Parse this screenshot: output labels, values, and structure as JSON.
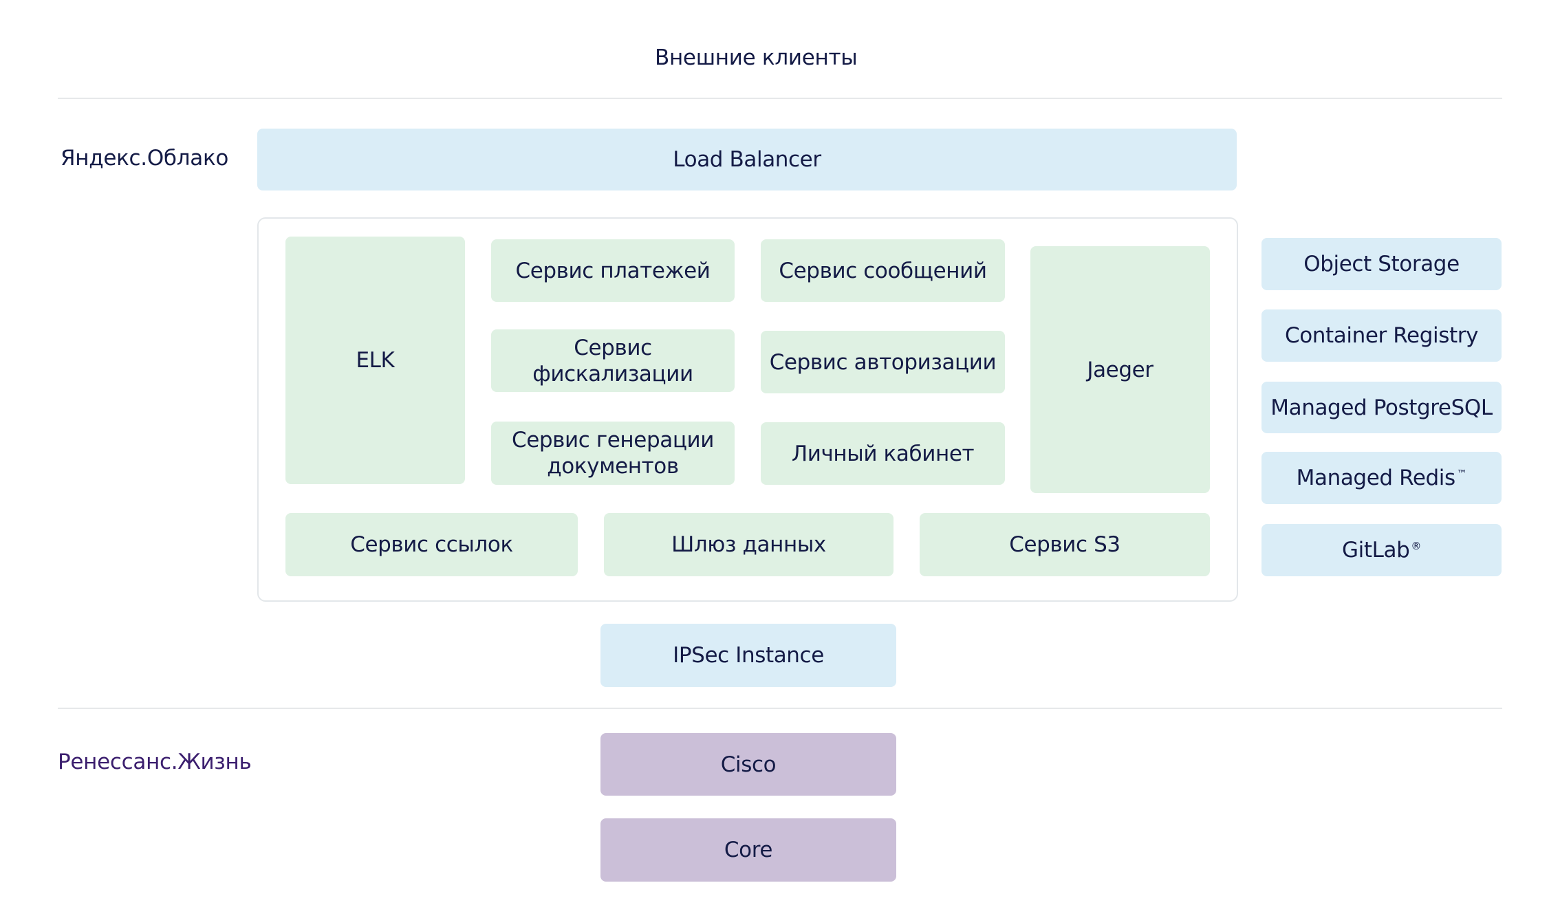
{
  "zones": {
    "external": {
      "label": "Внешние клиенты"
    },
    "yandex": {
      "label": "Яндекс.Облако"
    },
    "renaissance": {
      "label": "Ренессанс.Жизнь",
      "color": "#3b1e6e"
    }
  },
  "nodes": {
    "load_balancer": "Load Balancer",
    "elk": "ELK",
    "payments": "Сервис платежей",
    "messages": "Сервис сообщений",
    "fiscal": "Сервис фискализации",
    "auth": "Сервис авторизации",
    "docgen": "Сервис генерации документов",
    "cabinet": "Личный кабинет",
    "jaeger": "Jaeger",
    "links": "Сервис ссылок",
    "gateway": "Шлюз данных",
    "s3": "Сервис S3",
    "ipsec": "IPSec Instance",
    "cisco": "Cisco",
    "core": "Core"
  },
  "managed_services": {
    "object_storage": "Object Storage",
    "container_registry": "Container Registry",
    "postgresql": "Managed PostgreSQL",
    "redis": "Managed Redis",
    "redis_mark": "™",
    "gitlab": "GitLab",
    "gitlab_mark": "®"
  },
  "colors": {
    "text": "#141b46",
    "infrastructure": "#daedf7",
    "service": "#dff1e3",
    "client_side": "#cbbfd8",
    "divider": "#e6e8ea"
  }
}
